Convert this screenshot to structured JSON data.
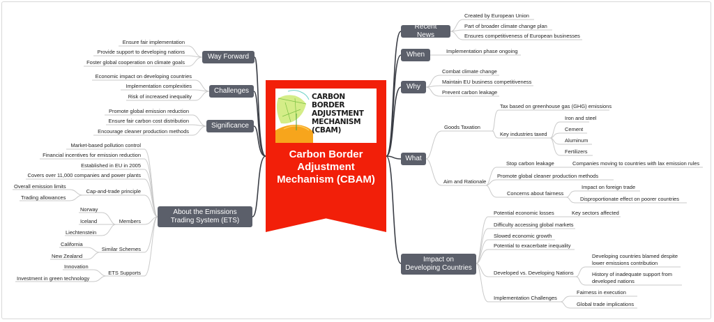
{
  "central": {
    "title": "Carbon Border Adjustment Mechanism (CBAM)",
    "poster_title": "CARBON BORDER ADJUSTMENT MECHANISM (CBAM)",
    "color": "#f21f09"
  },
  "colors": {
    "branch_fill": "#5b5f6a",
    "line": "#3a3d45",
    "leaf_line": "#c9c9c9"
  },
  "right": {
    "recent_news": {
      "label": "Recent News",
      "items": [
        "Created by European Union",
        "Part of broader climate change plan",
        "Ensures competitiveness of European businesses"
      ]
    },
    "when": {
      "label": "When",
      "items": [
        "Implementation phase ongoing"
      ]
    },
    "why": {
      "label": "Why",
      "items": [
        "Combat climate change",
        "Maintain EU business competitiveness",
        "Prevent carbon leakage"
      ]
    },
    "what": {
      "label": "What",
      "goods_taxation": {
        "label": "Goods Taxation",
        "tax": "Tax based on greenhouse gas (GHG) emissions",
        "key_industries": {
          "label": "Key industries taxed",
          "items": [
            "Iron and steel",
            "Cement",
            "Aluminum",
            "Fertilizers"
          ]
        }
      },
      "aim": {
        "label": "Aim and Rationale",
        "stop_leakage": {
          "label": "Stop carbon leakage",
          "detail": "Companies moving to countries with lax emission rules"
        },
        "promote": "Promote global cleaner production methods",
        "fairness": {
          "label": "Concerns about fairness",
          "items": [
            "Impact on foreign trade",
            "Disproportionate effect on poorer countries"
          ]
        }
      }
    },
    "impact": {
      "label": "Impact on Developing Countries",
      "losses": {
        "label": "Potential economic losses",
        "detail": "Key sectors affected"
      },
      "items": [
        "Difficulty accessing global markets",
        "Slowed economic growth",
        "Potential to exacerbate inequality"
      ],
      "developed": {
        "label": "Developed vs. Developing Nations",
        "items": [
          "Developing countries blamed despite lower emissions contribution",
          "History of inadequate support from developed nations"
        ]
      },
      "challenges": {
        "label": "Implementation Challenges",
        "items": [
          "Fairness in execution",
          "Global trade implications"
        ]
      }
    }
  },
  "left": {
    "way_forward": {
      "label": "Way Forward",
      "items": [
        "Ensure fair implementation",
        "Provide support to developing nations",
        "Foster global cooperation on climate goals"
      ]
    },
    "challenges": {
      "label": "Challenges",
      "items": [
        "Economic impact on developing countries",
        "Implementation complexities",
        "Risk of increased inequality"
      ]
    },
    "significance": {
      "label": "Significance",
      "items": [
        "Promote global emission reduction",
        "Ensure fair carbon cost distribution",
        "Encourage cleaner production methods"
      ]
    },
    "ets": {
      "label": "About the Emissions Trading System (ETS)",
      "items": [
        "Market-based pollution control",
        "Financial incentives for emission reduction",
        "Established in EU in 2005",
        "Covers over 11,000 companies and power plants"
      ],
      "cap_trade": {
        "label": "Cap-and-trade principle",
        "items": [
          "Overall emission limits",
          "Trading allowances"
        ]
      },
      "members": {
        "label": "Members",
        "items": [
          "Norway",
          "Iceland",
          "Liechtenstein"
        ]
      },
      "similar": {
        "label": "Similar Schemes",
        "items": [
          "California",
          "New Zealand"
        ]
      },
      "supports": {
        "label": "ETS Supports",
        "items": [
          "Innovation",
          "Investment in green technology"
        ]
      }
    }
  }
}
